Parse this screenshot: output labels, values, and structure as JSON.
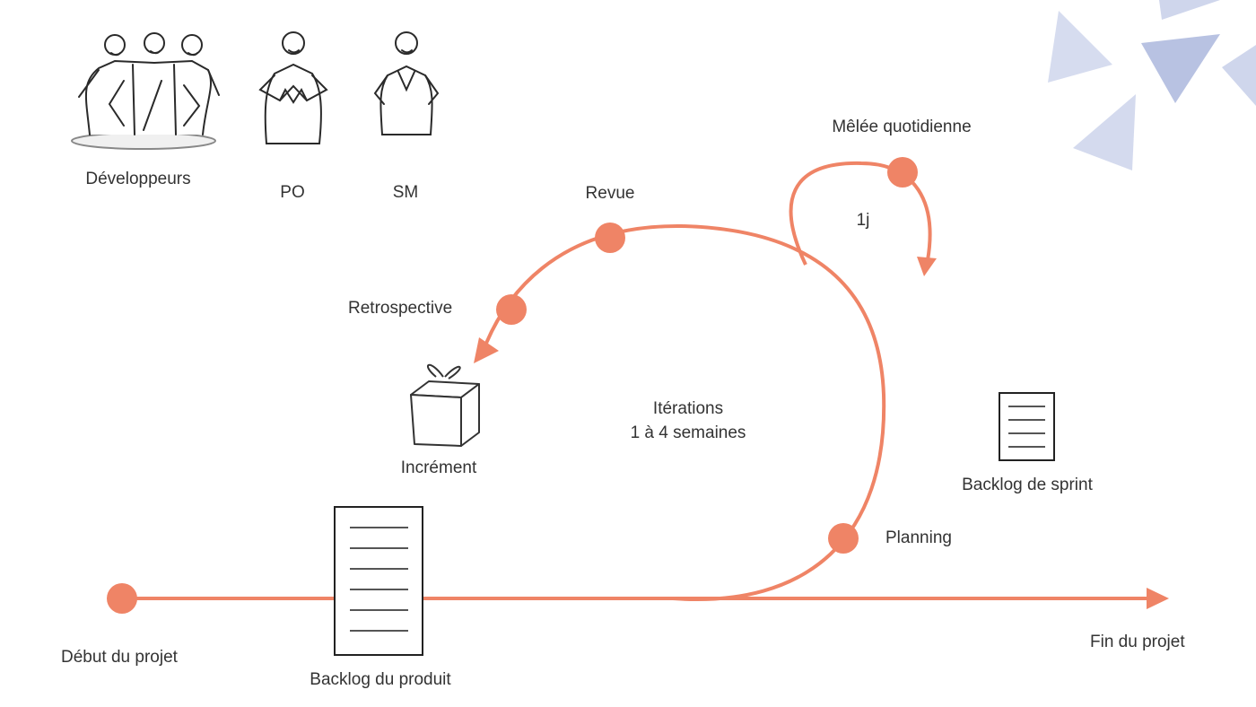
{
  "roles": {
    "developers": "Développeurs",
    "po": "PO",
    "sm": "SM"
  },
  "project": {
    "start": "Début du projet",
    "end": "Fin du projet",
    "product_backlog": "Backlog du produit"
  },
  "sprint": {
    "planning": "Planning",
    "review": "Revue",
    "retrospective": "Retrospective",
    "increment": "Incrément",
    "iterations_line1": "Itérations",
    "iterations_line2": "1 à 4 semaines",
    "sprint_backlog": "Backlog de sprint"
  },
  "daily": {
    "label": "Mêlée quotidienne",
    "duration": "1j"
  },
  "colors": {
    "accent": "#ef8466",
    "ink": "#333333",
    "triangles": "#cfd6ec"
  }
}
